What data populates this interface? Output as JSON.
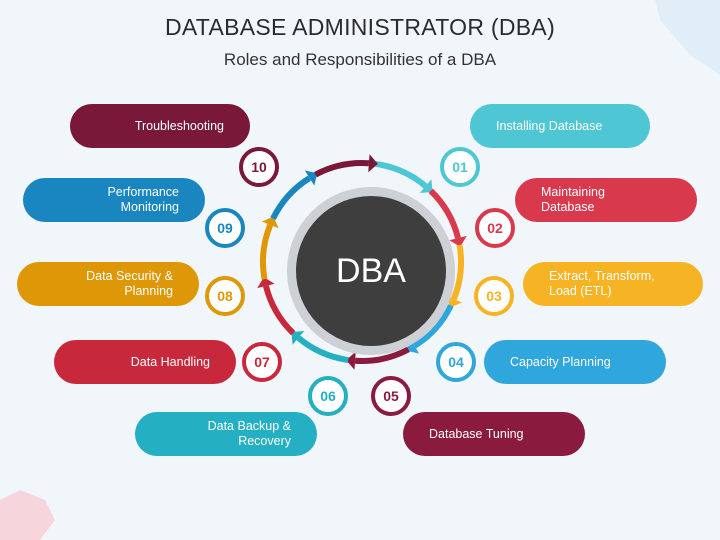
{
  "title": "DATABASE ADMINISTRATOR (DBA)",
  "subtitle": "Roles and Responsibilities of a DBA",
  "center": "DBA",
  "items": [
    {
      "num": "01",
      "label": "Installing Database",
      "color": "#4fc6d3"
    },
    {
      "num": "02",
      "label": "Maintaining Database",
      "color": "#d9394c"
    },
    {
      "num": "03",
      "label": "Extract, Transform, Load (ETL)",
      "color": "#f6b324"
    },
    {
      "num": "04",
      "label": "Capacity Planning",
      "color": "#2fa6dc"
    },
    {
      "num": "05",
      "label": "Database Tuning",
      "color": "#8a1b3e"
    },
    {
      "num": "06",
      "label": "Data Backup & Recovery",
      "color": "#25afc2"
    },
    {
      "num": "07",
      "label": "Data Handling",
      "color": "#c8283c"
    },
    {
      "num": "08",
      "label": "Data Security & Planning",
      "color": "#de9707"
    },
    {
      "num": "09",
      "label": "Performance Monitoring",
      "color": "#1a86c0"
    },
    {
      "num": "10",
      "label": "Troubleshooting",
      "color": "#7a1839"
    }
  ]
}
